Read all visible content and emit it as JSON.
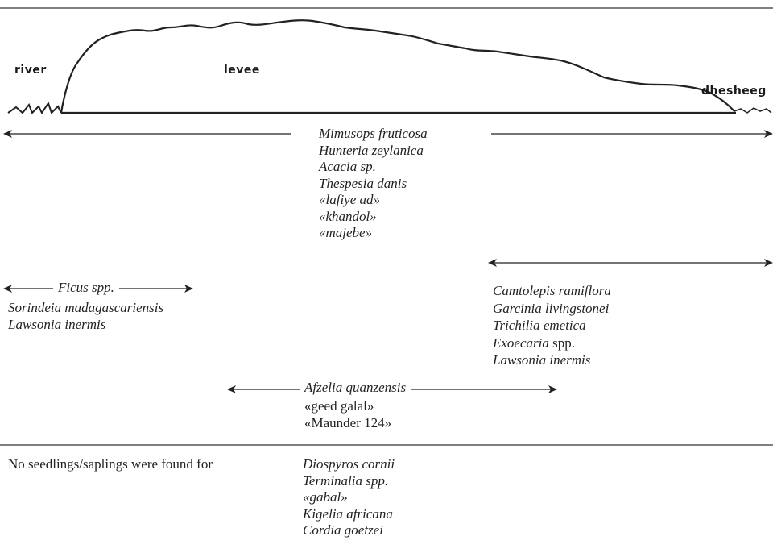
{
  "profile": {
    "labels": {
      "river": "river",
      "levee": "levee",
      "dhesheeg": "dhesheeg"
    }
  },
  "groups": {
    "whole_profile": {
      "species": [
        {
          "text": "Mimusops fruticosa",
          "italic": true
        },
        {
          "text": "Hunteria zeylanica",
          "italic": true
        },
        {
          "text": "Acacia sp.",
          "italic": true
        },
        {
          "text": "Thespesia danis",
          "italic": true
        },
        {
          "text": "«lafiye ad»",
          "italic": true
        },
        {
          "text": "«khandol»",
          "italic": true
        },
        {
          "text": "«majebe»",
          "italic": true
        }
      ]
    },
    "river_side": {
      "arrow_label": "Ficus spp.",
      "species": [
        {
          "text": "Sorindeia madagascariensis",
          "italic": true
        },
        {
          "text": "Lawsonia inermis",
          "italic": true
        }
      ]
    },
    "dhesheeg_side": {
      "species": [
        {
          "text": "Camtolepis ramiflora",
          "italic": true
        },
        {
          "text": "Garcinia livingstonei",
          "italic": true
        },
        {
          "text": "Trichilia emetica",
          "italic": true
        },
        {
          "text": "Exoecaria",
          "italic": true,
          "suffix": " spp."
        },
        {
          "text": "Lawsonia inermis",
          "italic": true
        }
      ]
    },
    "center": {
      "arrow_label": "Afzelia quanzensis",
      "species": [
        {
          "text": "«geed galal»",
          "italic": false
        },
        {
          "text": "«Maunder 124»",
          "italic": false
        }
      ]
    }
  },
  "note": {
    "prefix": "No seedlings/saplings were found for",
    "species": [
      "Diospyros cornii",
      "Terminalia spp.",
      "«gabal»",
      "Kigelia africana",
      "Cordia goetzei"
    ]
  }
}
